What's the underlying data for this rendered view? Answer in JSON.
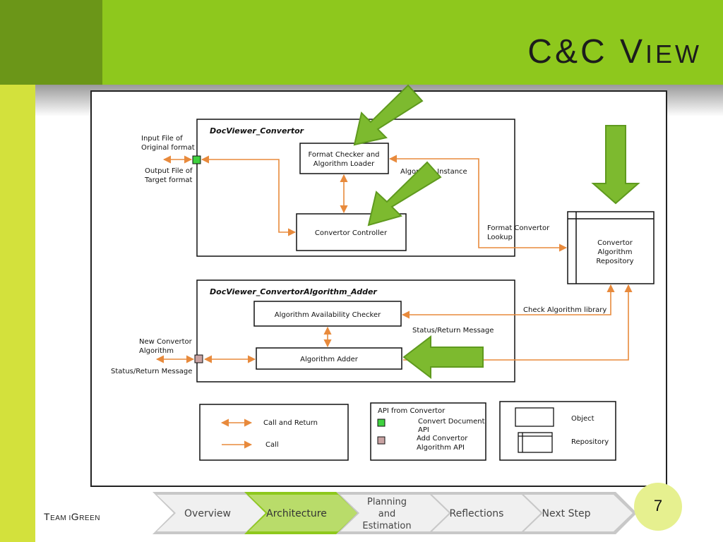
{
  "slide": {
    "title_main": "C&C V",
    "title_rest": "IEW",
    "footer_team_first": "T",
    "footer_team_rest": "EAM I",
    "footer_team_green_g": "G",
    "footer_team_green_rest": "REEN",
    "page_number": "7"
  },
  "nav": {
    "steps": [
      {
        "label_lines": [
          "Overview"
        ],
        "active": false
      },
      {
        "label_lines": [
          "Architecture"
        ],
        "active": true
      },
      {
        "label_lines": [
          "Planning",
          "and",
          "Estimation"
        ],
        "active": false
      },
      {
        "label_lines": [
          "Reflections"
        ],
        "active": false
      },
      {
        "label_lines": [
          "Next Step"
        ],
        "active": false
      }
    ]
  },
  "diagram": {
    "convertor_pkg_title": "DocViewer_Convertor",
    "format_checker": [
      "Format Checker and",
      "Algorithm Loader"
    ],
    "convertor_controller": "Convertor Controller",
    "algorithm_instance": "Algorithm Instance",
    "input_file": [
      "Input File of",
      "Original format"
    ],
    "output_file": [
      "Output File of",
      "Target format"
    ],
    "format_lookup": [
      "Format Convertor",
      "Lookup"
    ],
    "repository": [
      "Convertor",
      "Algorithm",
      "Repository"
    ],
    "adder_pkg_title": "DocViewer_ConvertorAlgorithm_Adder",
    "availability_checker": "Algorithm Availability Checker",
    "check_library": "Check Algorithm library",
    "status_return_inner": "Status/Return Message",
    "new_convertor": [
      "New Convertor",
      "Algorithm"
    ],
    "status_return_outer": "Status/Return Message",
    "algorithm_adder": "Algorithm Adder"
  },
  "legend": {
    "call_return": "Call and Return",
    "call": "Call",
    "api_title": "API from Convertor",
    "convert_api": [
      "Convert Document",
      "API"
    ],
    "add_api": [
      "Add Convertor",
      "Algorithm API"
    ],
    "object": "Object",
    "repository": "Repository"
  },
  "colors": {
    "slide_green": "#8ec81d",
    "arrow_orange": "#e88a3c",
    "highlight_arrow": "#7dba2f",
    "convert_api_port": "#3fd13f",
    "add_api_port": "#c9a3a3"
  }
}
